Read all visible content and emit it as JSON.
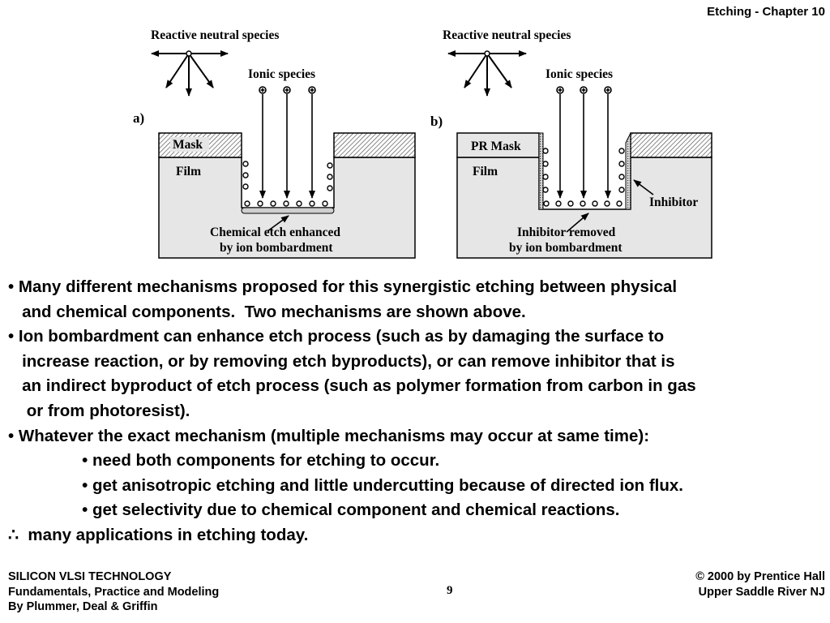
{
  "header": {
    "title": "Etching - Chapter 10"
  },
  "figure": {
    "a": {
      "panel_label": "a)",
      "reactive_label": "Reactive neutral species",
      "ionic_label": "Ionic species",
      "mask_label": "Mask",
      "film_label": "Film",
      "caption_line1": "Chemical etch enhanced",
      "caption_line2": "by ion bombardment"
    },
    "b": {
      "panel_label": "b)",
      "reactive_label": "Reactive neutral species",
      "ionic_label": "Ionic species",
      "mask_label": "PR Mask",
      "film_label": "Film",
      "inhibitor_label": "Inhibitor",
      "caption_line1": "Inhibitor removed",
      "caption_line2": "by ion bombardment"
    }
  },
  "body": {
    "lines": [
      "• Many different mechanisms proposed for this synergistic etching between physical",
      "   and chemical components.  Two mechanisms are shown above.",
      "• Ion bombardment can enhance etch process (such as by damaging the surface to",
      "   increase reaction, or by removing etch byproducts), or can remove inhibitor that is",
      "   an indirect byproduct of etch process (such as polymer formation from carbon in gas",
      "    or from photoresist).",
      "• Whatever the exact mechanism (multiple mechanisms may occur at same time):",
      "                • need both components for etching to occur.",
      "                • get anisotropic etching and little undercutting because of directed ion flux.",
      "                • get selectivity due to chemical component and chemical reactions.",
      "∴  many applications in etching today."
    ]
  },
  "footer": {
    "left_line1": "SILICON VLSI TECHNOLOGY",
    "left_line2": "Fundamentals, Practice and Modeling",
    "left_line3": "By Plummer, Deal & Griffin",
    "page": "9",
    "right_line1": "© 2000 by Prentice Hall",
    "right_line2": "Upper Saddle River NJ"
  }
}
